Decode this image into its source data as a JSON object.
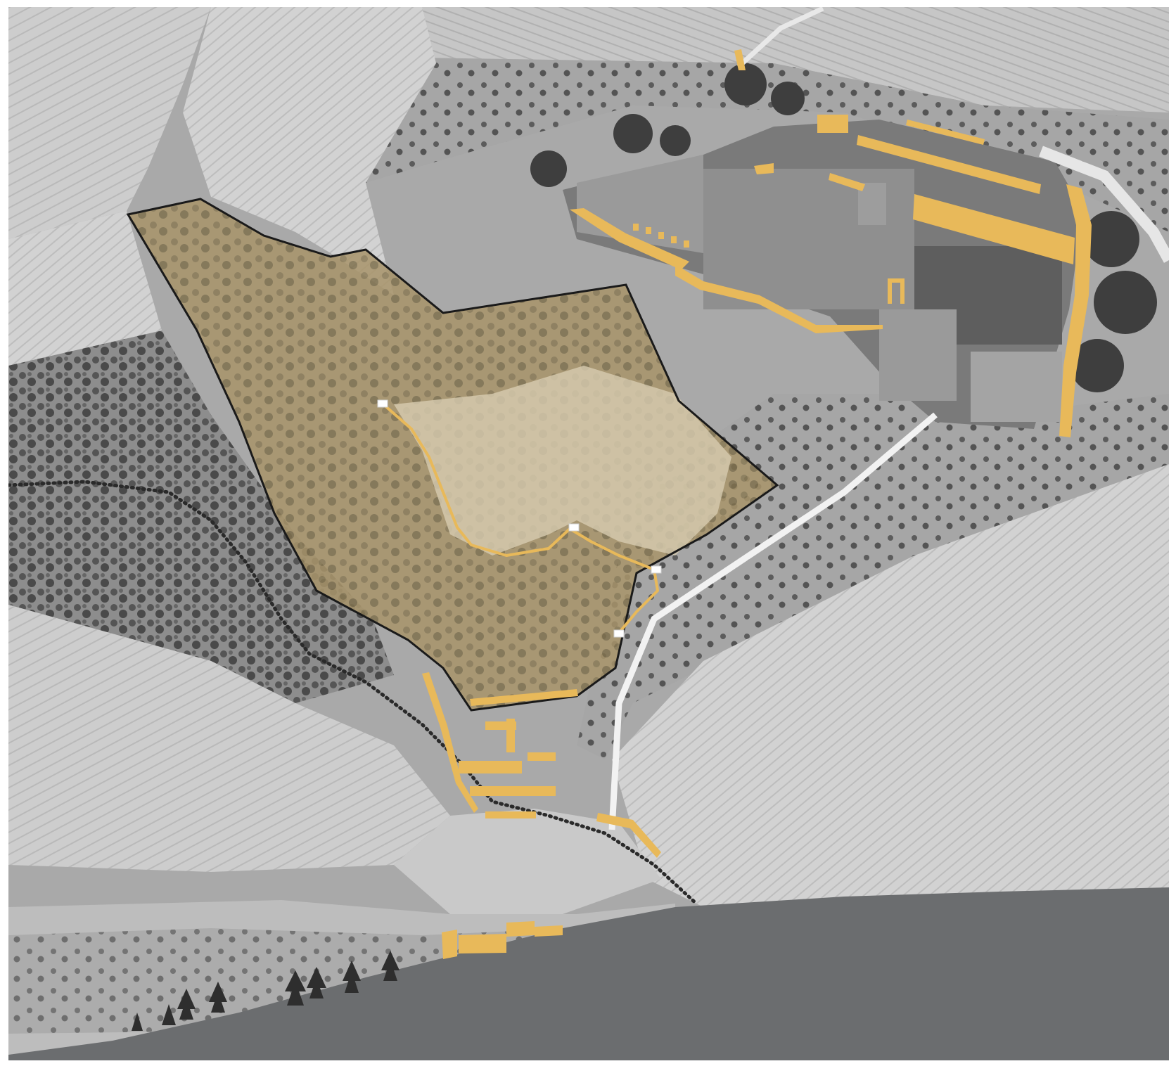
{
  "colors": {
    "highlight": "#e8b95a",
    "highlight_light": "#f0cf7c",
    "area_fill": "#b5a073",
    "boundary_line": "#1a1a1a",
    "terrain_dark": "#6b6d6f",
    "terrain_mid": "#9c9c9c",
    "terrain_light": "#d4d4d4",
    "field_light": "#cfcfcf",
    "vegetation": "#4a4a4a",
    "road": "#f2f2f2",
    "frame": "#ffffff"
  },
  "icons": {
    "marker": "white-square-marker-icon",
    "tree": "conifer-tree-icon",
    "path": "dotted-track-icon"
  },
  "layers": {
    "highlighted_area": "ochre-shaded-plot",
    "highlighted_structures": "ochre-building-outlines",
    "route": "ochre-path-with-markers",
    "terrain_section": "dark-grey-ground-section"
  }
}
